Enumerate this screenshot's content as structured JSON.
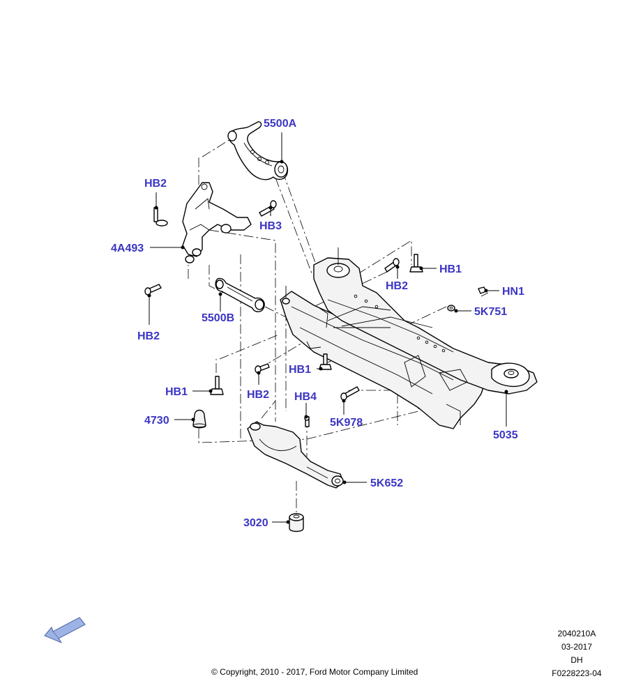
{
  "colors": {
    "callout_text": "#3b35c4",
    "line": "#000000",
    "arrow_fill": "#9db3e6",
    "arrow_stroke": "#5a6fa8"
  },
  "callouts": [
    {
      "id": "c-5500A",
      "label": "5500A"
    },
    {
      "id": "c-HB2-a",
      "label": "HB2"
    },
    {
      "id": "c-HB3",
      "label": "HB3"
    },
    {
      "id": "c-4A493",
      "label": "4A493"
    },
    {
      "id": "c-HB2-b",
      "label": "HB2"
    },
    {
      "id": "c-5500B",
      "label": "5500B"
    },
    {
      "id": "c-HB1-a",
      "label": "HB1"
    },
    {
      "id": "c-HB2-c",
      "label": "HB2"
    },
    {
      "id": "c-HN1",
      "label": "HN1"
    },
    {
      "id": "c-5K751",
      "label": "5K751"
    },
    {
      "id": "c-HB1-b",
      "label": "HB1"
    },
    {
      "id": "c-HB1-c",
      "label": "HB1"
    },
    {
      "id": "c-HB2-d",
      "label": "HB2"
    },
    {
      "id": "c-HB4",
      "label": "HB4"
    },
    {
      "id": "c-5K978",
      "label": "5K978"
    },
    {
      "id": "c-4730",
      "label": "4730"
    },
    {
      "id": "c-5035",
      "label": "5035"
    },
    {
      "id": "c-5K652",
      "label": "5K652"
    },
    {
      "id": "c-3020",
      "label": "3020"
    }
  ],
  "footer": {
    "copyright": "© Copyright, 2010 - 2017, Ford Motor Company Limited",
    "illustration_number": "2040210A",
    "date": "03-2017",
    "initials": "DH",
    "reference": "F0228223-04"
  },
  "icons": {
    "nav": "direction-arrow-icon"
  }
}
